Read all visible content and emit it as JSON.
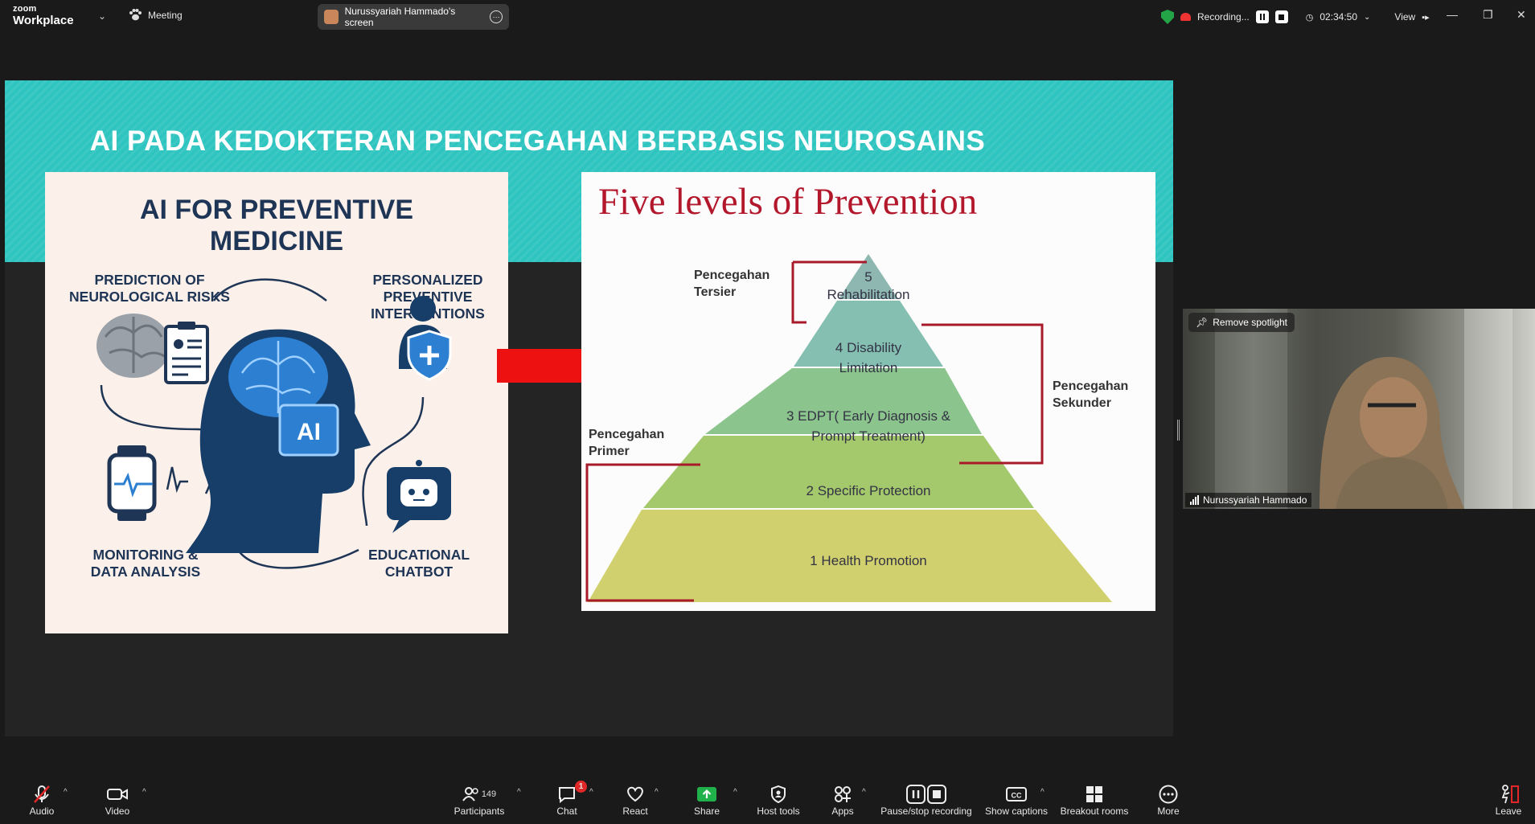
{
  "app": {
    "logo_top": "zoom",
    "logo_bottom": "Workplace",
    "meeting_label": "Meeting",
    "share_pill_label": "Nurussyariah Hammado's screen",
    "recording_label": "Recording...",
    "timer": "02:34:50",
    "view_label": "View"
  },
  "slide": {
    "title": "AI PADA KEDOKTERAN PENCEGAHAN BERBASIS NEUROSAINS",
    "left": {
      "title_line1": "AI FOR PREVENTIVE",
      "title_line2": "MEDICINE",
      "label_prediction_1": "PREDICTION OF",
      "label_prediction_2": "NEUROLOGICAL RISKS",
      "label_personal_1": "PERSONALIZED",
      "label_personal_2": "PREVENTIVE",
      "label_personal_3": "INTERVENTIONS",
      "label_monitor_1": "MONITORING &",
      "label_monitor_2": "DATA ANALYSIS",
      "label_chatbot_1": "EDUCATIONAL",
      "label_chatbot_2": "CHATBOT",
      "ai_chip": "AI"
    },
    "right": {
      "title": "Five levels of Prevention",
      "level5_a": "5",
      "level5_b": "Rehabilitation",
      "level4_a": "4 Disability",
      "level4_b": "Limitation",
      "level3_a": "3 EDPT( Early Diagnosis &",
      "level3_b": "Prompt Treatment)",
      "level2": "2 Specific Protection",
      "level1": "1 Health Promotion",
      "tersier_a": "Pencegahan",
      "tersier_b": "Tersier",
      "sekunder_a": "Pencegahan",
      "sekunder_b": "Sekunder",
      "primer_a": "Pencegahan",
      "primer_b": "Primer"
    }
  },
  "video": {
    "remove_spotlight": "Remove spotlight",
    "participant_name": "Nurussyariah Hammado"
  },
  "toolbar": {
    "audio": "Audio",
    "video": "Video",
    "participants": "Participants",
    "participants_count": "149",
    "chat": "Chat",
    "chat_badge": "1",
    "react": "React",
    "share": "Share",
    "host_tools": "Host tools",
    "apps": "Apps",
    "pause_stop": "Pause/stop recording",
    "captions": "Show captions",
    "breakout": "Breakout rooms",
    "more": "More",
    "leave": "Leave"
  },
  "colors": {
    "accent_teal": "#2ec4c0",
    "arrow_red": "#ee1111",
    "prevention_title": "#b3172b",
    "share_green": "#21b14b",
    "leave_red": "#e02828"
  }
}
